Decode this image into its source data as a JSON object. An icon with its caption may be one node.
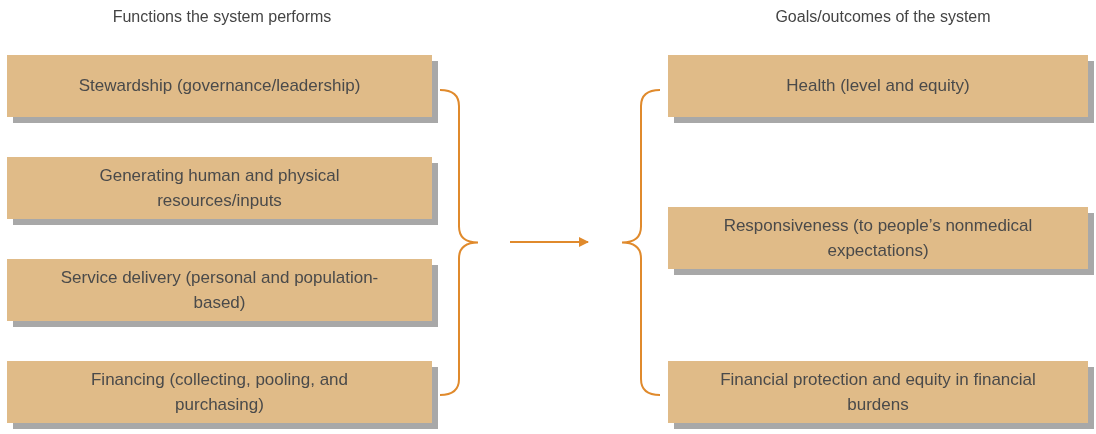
{
  "diagram": {
    "nodes": [
      {
        "text": [
          "Stewardship (governance/leadership)"
        ]
      },
      {
        "text": [
          "Generating human and physical resources/inputs"
        ]
      },
      {
        "text": [
          "Service delivery (personal and population-based)"
        ]
      },
      {
        "text": [
          "Financing (collecting, pooling, and purchasing)"
        ]
      },
      {
        "text": [],
        "shape": "bracket"
      },
      {
        "text": [],
        "shape": "bracket"
      },
      {
        "text": [
          "Health (level and equity)"
        ]
      },
      {
        "text": [
          "Responsiveness (to people’s nonmedical expectations)"
        ]
      },
      {
        "text": [
          "Financial protection and equity in financial burdens"
        ]
      }
    ],
    "edges": [
      {
        "from": 4,
        "to": 5,
        "arrow": "to"
      }
    ],
    "labels": [
      "Functions the system performs",
      "Goals/outcomes of the system"
    ]
  }
}
